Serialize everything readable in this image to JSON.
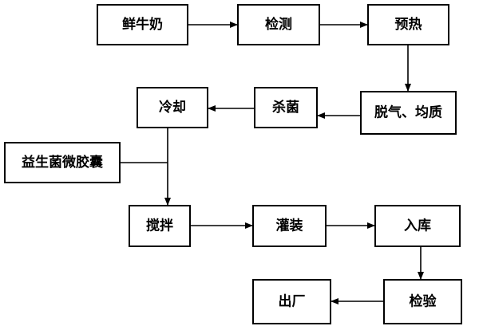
{
  "flowchart": {
    "nodes": {
      "fresh_milk": "鲜牛奶",
      "inspection": "检测",
      "preheat": "预热",
      "degas_homogenize": "脱气、均质",
      "sterilize": "杀菌",
      "cool": "冷却",
      "probiotic_capsules": "益生菌微胶囊",
      "stir": "搅拌",
      "fill": "灌装",
      "warehouse": "入库",
      "final_inspection": "检验",
      "dispatch": "出厂"
    },
    "edges": [
      {
        "from": "fresh_milk",
        "to": "inspection"
      },
      {
        "from": "inspection",
        "to": "preheat"
      },
      {
        "from": "preheat",
        "to": "degas_homogenize"
      },
      {
        "from": "degas_homogenize",
        "to": "sterilize"
      },
      {
        "from": "sterilize",
        "to": "cool"
      },
      {
        "from": "cool",
        "to": "stir"
      },
      {
        "from": "probiotic_capsules",
        "to": "stir"
      },
      {
        "from": "stir",
        "to": "fill"
      },
      {
        "from": "fill",
        "to": "warehouse"
      },
      {
        "from": "warehouse",
        "to": "final_inspection"
      },
      {
        "from": "final_inspection",
        "to": "dispatch"
      }
    ]
  }
}
